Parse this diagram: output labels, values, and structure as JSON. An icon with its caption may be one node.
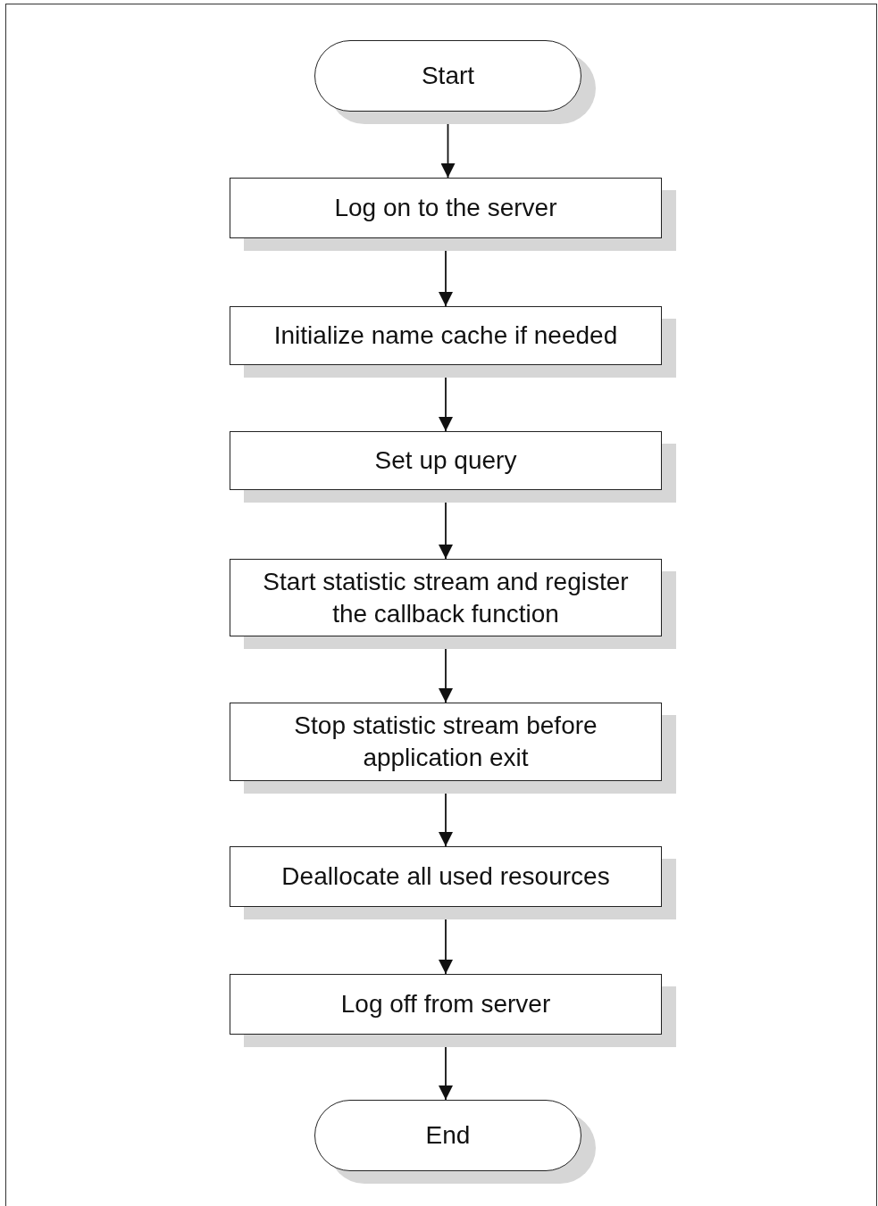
{
  "diagram": {
    "nodes": [
      {
        "text": [
          "Start"
        ]
      },
      {
        "text": [
          "Log on to the server"
        ]
      },
      {
        "text": [
          "Initialize name cache if needed"
        ]
      },
      {
        "text": [
          "Set up query"
        ]
      },
      {
        "text": [
          "Start statistic stream and register the callback function"
        ]
      },
      {
        "text": [
          "Stop statistic stream before application exit"
        ]
      },
      {
        "text": [
          "Deallocate all used resources"
        ]
      },
      {
        "text": [
          "Log off from server"
        ]
      },
      {
        "text": [
          "End"
        ]
      }
    ],
    "edges": [
      {
        "from": 0,
        "to": 1,
        "arrow": "to"
      },
      {
        "from": 1,
        "to": 2,
        "arrow": "to"
      },
      {
        "from": 2,
        "to": 3,
        "arrow": "to"
      },
      {
        "from": 3,
        "to": 4,
        "arrow": "to"
      },
      {
        "from": 4,
        "to": 5,
        "arrow": "to"
      },
      {
        "from": 5,
        "to": 6,
        "arrow": "to"
      },
      {
        "from": 6,
        "to": 7,
        "arrow": "to"
      },
      {
        "from": 7,
        "to": 8,
        "arrow": "to"
      }
    ]
  }
}
